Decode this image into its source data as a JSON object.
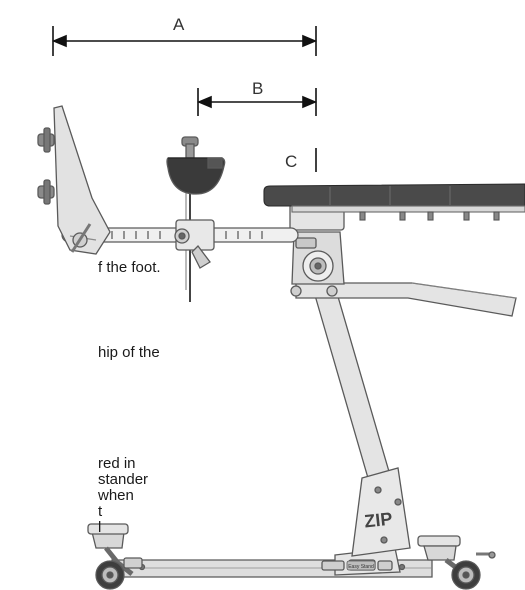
{
  "dimensions": {
    "a": {
      "label": "A"
    },
    "b": {
      "label": "B"
    },
    "c": {
      "label": "C"
    }
  },
  "text_fragments": [
    "f the foot.",
    "hip of the",
    "red in",
    "stander",
    "when",
    "t",
    "l"
  ],
  "branding": {
    "column_logo": "ZIP",
    "base_badge": "Easy Stand"
  },
  "colors": {
    "frame": "#dedede",
    "frame_stroke": "#5a5a5a",
    "pad": "#4a4a4a",
    "pad_dark": "#3a3a3a",
    "line": "#111111"
  }
}
